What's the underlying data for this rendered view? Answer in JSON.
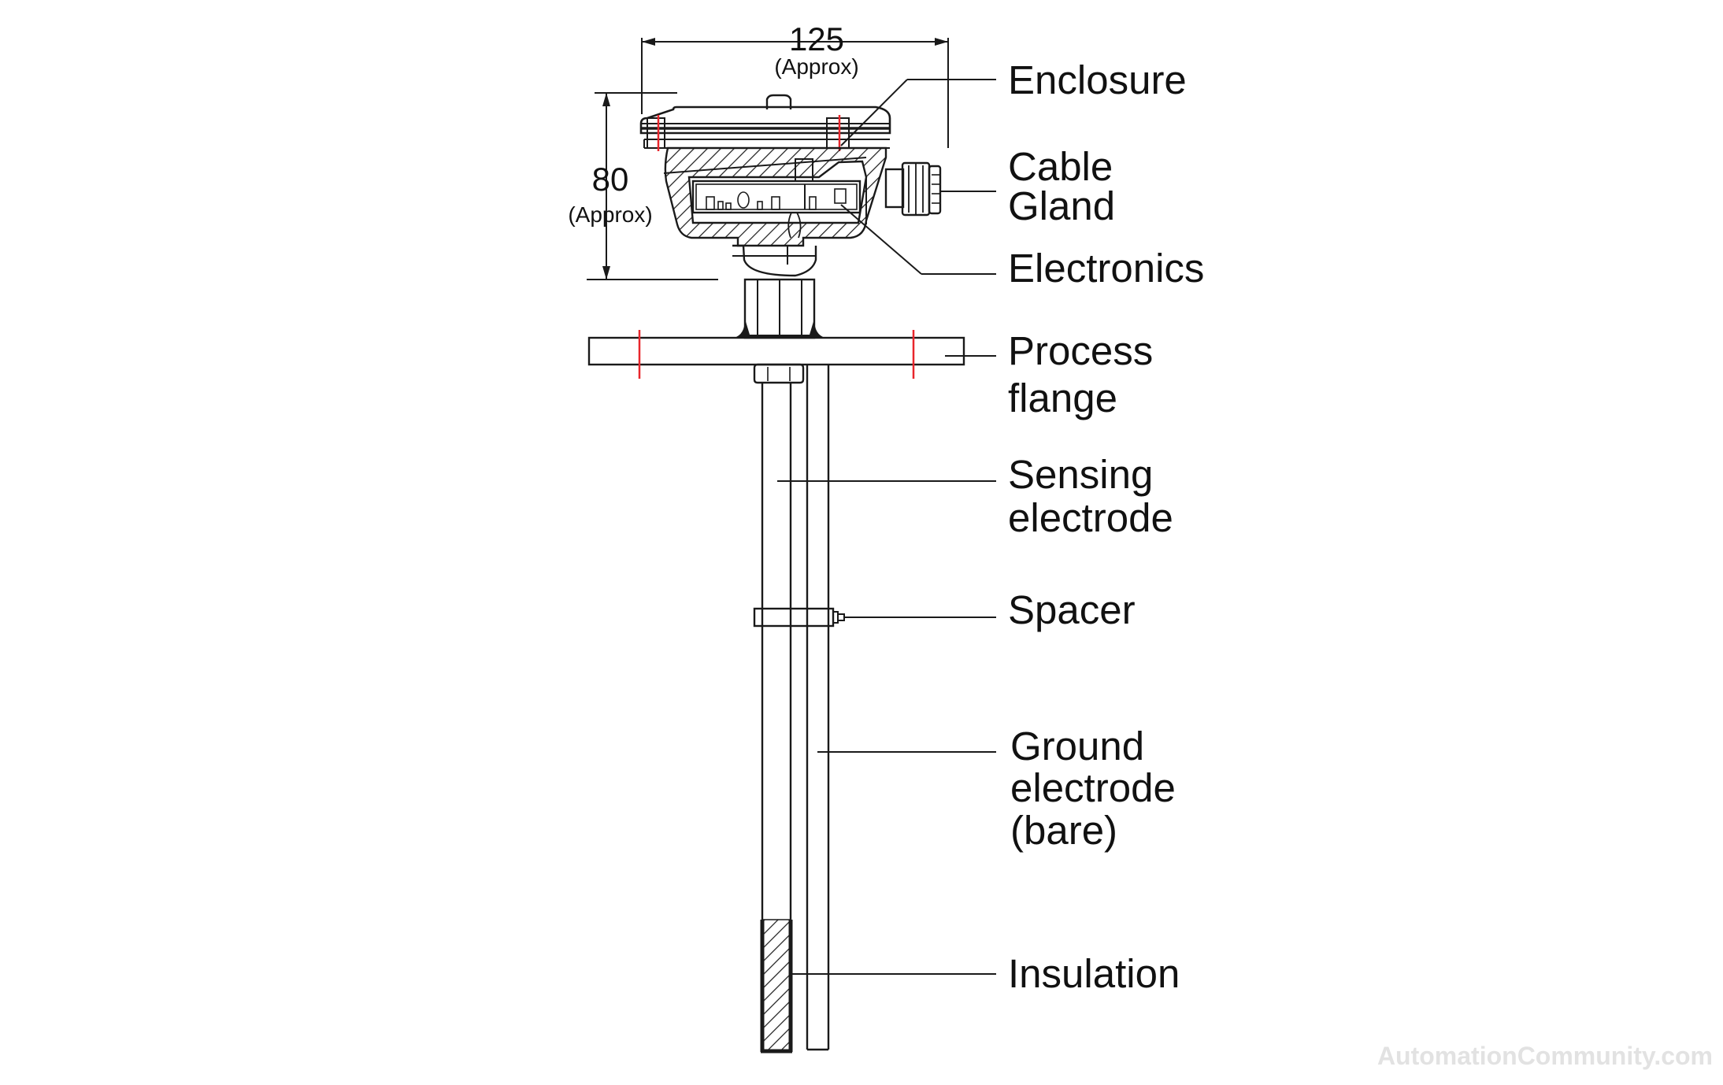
{
  "dimensions": {
    "width_value": "125",
    "width_note": "(Approx)",
    "height_value": "80",
    "height_note": "(Approx)"
  },
  "labels": {
    "enclosure": "Enclosure",
    "cable_gland_line1": "Cable",
    "cable_gland_line2": "Gland",
    "electronics": "Electronics",
    "process_flange_line1": "Process",
    "process_flange_line2": "flange",
    "sensing_electrode_line1": "Sensing",
    "sensing_electrode_line2": "electrode",
    "spacer": "Spacer",
    "ground_electrode_line1": "Ground",
    "ground_electrode_line2": "electrode",
    "ground_electrode_line3": "(bare)",
    "insulation": "Insulation"
  },
  "watermark": "AutomationCommunity.com",
  "colors": {
    "line": "#1a1a1a",
    "bolt_marks": "#e8262c",
    "watermark": "#e2e2e2"
  }
}
